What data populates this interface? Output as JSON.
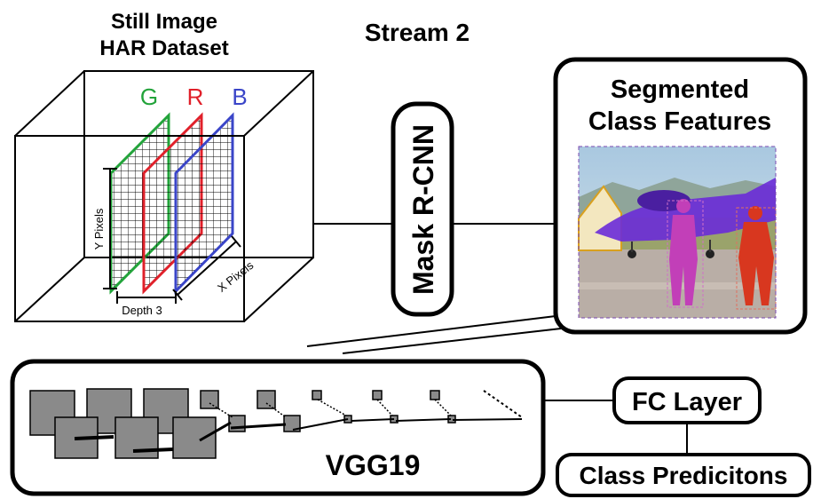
{
  "dataset": {
    "title_line1": "Still Image",
    "title_line2": "HAR Dataset"
  },
  "stream_label": "Stream 2",
  "channels": [
    {
      "letter": "G",
      "color": "#22a33a"
    },
    {
      "letter": "R",
      "color": "#e0202a"
    },
    {
      "letter": "B",
      "color": "#3a45c8"
    }
  ],
  "cube_labels": {
    "y_axis": "Y Pixels",
    "x_axis": "X Pixels",
    "depth": "Depth 3"
  },
  "mask_rcnn": {
    "label": "Mask R-CNN"
  },
  "segmented": {
    "title_line1": "Segmented",
    "title_line2": "Class Features",
    "image_description": "segmented photo: purple jet aircraft with magenta and red segmented persons on a runway"
  },
  "vgg": {
    "label": "VGG19"
  },
  "fc_layer": {
    "label": "FC Layer"
  },
  "class_predictions": {
    "label": "Class Predicitons"
  },
  "colors": {
    "ink": "#000000",
    "green": "#22a33a",
    "red": "#e0202a",
    "blue": "#3a45c8",
    "layer_fill": "#8a8a8a",
    "aircraft": "#6a2bd8",
    "person_magenta": "#c23fb8",
    "person_red": "#d8371f"
  }
}
